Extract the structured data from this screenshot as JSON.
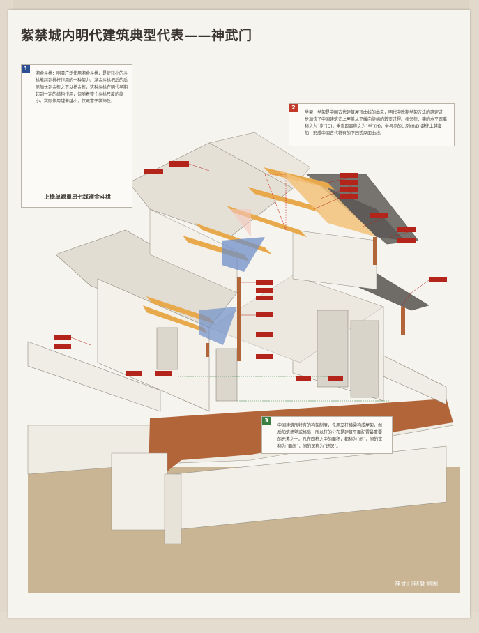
{
  "title": "紫禁城内明代建筑典型代表——神武门",
  "note1": {
    "number": "1",
    "text": "溜金斗栱：明清广泛使用溜金斗栱，是使较小的斗栱能起到挑杆作用的一种努力。溜金斗栱把后的后尾加长到金桁之下以托金桁，这种斗栱在明代早期起到一定的结构作用，但随着整个斗栱尺度的缩小，实际作用越来越小，仅更富于装饰性。",
    "caption": "上檐单翘重昂七踩溜金斗栱"
  },
  "note2": {
    "number": "2",
    "text": "举架：举架是中国古代建筑屋顶曲线的由来，明代中晚期举架方法的确定进一步加快了中国建筑史上屋盖从平缓向陡峭的转变过程。相邻桁、檩的水平距离称之为“步”(D)，垂直距离称之为“举”(H)，举与步的比例(H/D)越往上越增加，形成中国古代特有的下凹式屋面曲线。"
  },
  "note3": {
    "number": "3",
    "text": "中国建筑所特有的构架制度，先用立柱横梁构成屋架，然后加筑墙壁或格扇，所以柱的分布是建筑平面配置最重要的元素之一。凡在四柱之中的面积，都称为“间”，间的宽称为“面阔”，间的深称为“进深”。"
  },
  "footer_label": "神武门剖轴测图",
  "colors": {
    "beam_orange": "#e8a94c",
    "wood_brown": "#b86a3c",
    "label_red": "#b3241b",
    "bracket_blue": "#6f8fc8"
  }
}
